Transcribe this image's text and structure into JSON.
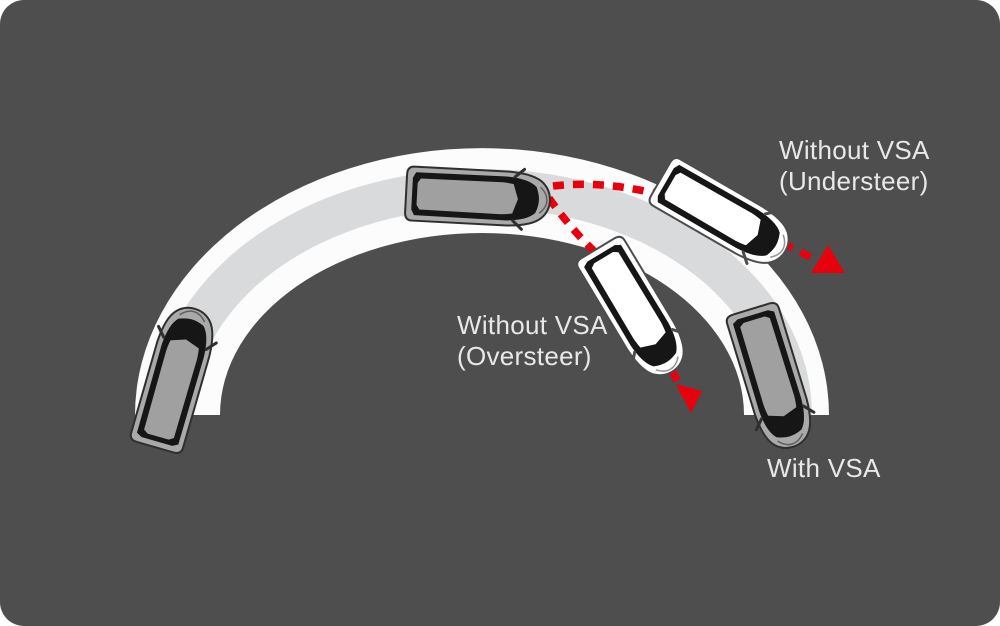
{
  "page_title": "Vehicle Stability Assist (VSA) cornering comparison diagram",
  "colors": {
    "page": "#ffffff",
    "background": "#4e4e4e",
    "road_surface": "#fcfcfc",
    "road_stripe": "#d9dadb",
    "arrow_red": "#e8000d",
    "label_text": "#e8e8e8",
    "car_gray_body": "#a9a9a9",
    "car_gray_roof": "#a0a0a0",
    "car_white_body": "#ffffff",
    "glass": "#161616"
  },
  "labels": {
    "understeer": {
      "line1": "Without VSA",
      "line2": "(Understeer)"
    },
    "oversteer": {
      "line1": "Without VSA",
      "line2": "(Oversteer)"
    },
    "with_vsa": {
      "line1": "With VSA"
    }
  },
  "cars": [
    {
      "name": "car-entering-curve",
      "body": "gray",
      "note": "on road, lower left"
    },
    {
      "name": "car-apex",
      "body": "gray",
      "note": "on road, top of curve"
    },
    {
      "name": "car-understeer",
      "body": "white",
      "note": "drifting off outside of curve"
    },
    {
      "name": "car-oversteer",
      "body": "white",
      "note": "rotated toward inside of curve"
    },
    {
      "name": "car-with-vsa",
      "body": "gray",
      "note": "tracking curve, lower right"
    }
  ]
}
